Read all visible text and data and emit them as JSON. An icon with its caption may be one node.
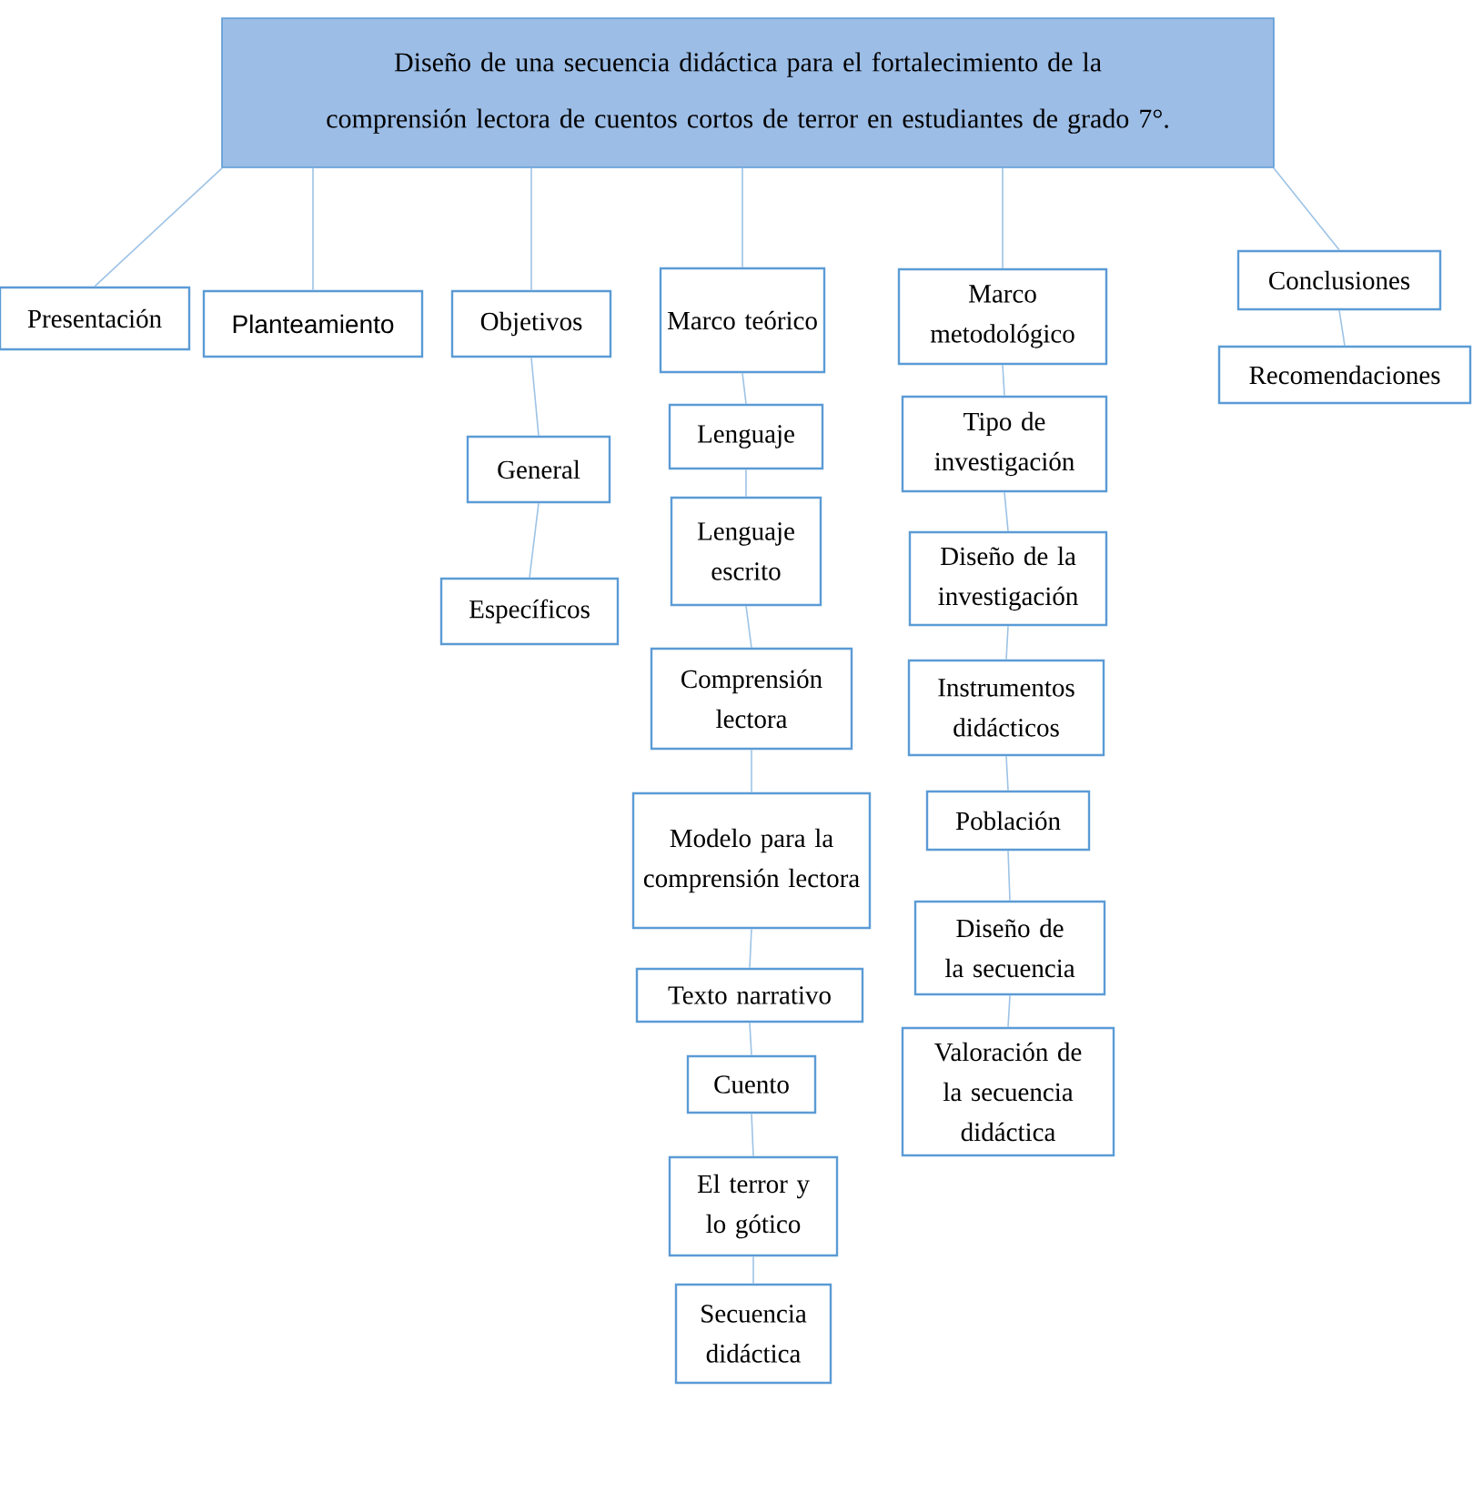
{
  "diagram": {
    "nodes": [
      {
        "text": [
          "Diseño de una secuencia didáctica para el fortalecimiento de la comprensión lectora de cuentos cortos de terror en estudiantes de grado 7°."
        ]
      },
      {
        "text": [
          "Presentación"
        ]
      },
      {
        "text": [
          "Planteamiento"
        ]
      },
      {
        "text": [
          "Objetivos"
        ]
      },
      {
        "text": [
          "General"
        ]
      },
      {
        "text": [
          "Específicos"
        ]
      },
      {
        "text": [
          "Marco teórico"
        ]
      },
      {
        "text": [
          "Lenguaje"
        ]
      },
      {
        "text": [
          "Lenguaje escrito"
        ]
      },
      {
        "text": [
          "Comprensión lectora"
        ]
      },
      {
        "text": [
          "Modelo para la comprensión lectora"
        ]
      },
      {
        "text": [
          "Texto narrativo"
        ]
      },
      {
        "text": [
          "Cuento"
        ]
      },
      {
        "text": [
          "El terror y lo gótico"
        ]
      },
      {
        "text": [
          "Secuencia didáctica"
        ]
      },
      {
        "text": [
          "Marco metodológico"
        ]
      },
      {
        "text": [
          "Tipo de investigación"
        ]
      },
      {
        "text": [
          "Diseño de la investigación"
        ]
      },
      {
        "text": [
          "Instrumentos didácticos"
        ]
      },
      {
        "text": [
          "Población"
        ]
      },
      {
        "text": [
          "Diseño de la secuencia"
        ]
      },
      {
        "text": [
          "Valoración de la secuencia didáctica"
        ]
      },
      {
        "text": [
          "Conclusiones"
        ]
      },
      {
        "text": [
          "Recomendaciones"
        ]
      }
    ],
    "edges": [
      {
        "from": 0,
        "to": 1,
        "arrow": "none"
      },
      {
        "from": 0,
        "to": 2,
        "arrow": "none"
      },
      {
        "from": 0,
        "to": 3,
        "arrow": "none"
      },
      {
        "from": 0,
        "to": 6,
        "arrow": "none"
      },
      {
        "from": 0,
        "to": 15,
        "arrow": "none"
      },
      {
        "from": 0,
        "to": 22,
        "arrow": "none"
      },
      {
        "from": 3,
        "to": 4,
        "arrow": "none"
      },
      {
        "from": 4,
        "to": 5,
        "arrow": "none"
      },
      {
        "from": 6,
        "to": 7,
        "arrow": "none"
      },
      {
        "from": 7,
        "to": 8,
        "arrow": "none"
      },
      {
        "from": 8,
        "to": 9,
        "arrow": "none"
      },
      {
        "from": 9,
        "to": 10,
        "arrow": "none"
      },
      {
        "from": 10,
        "to": 11,
        "arrow": "none"
      },
      {
        "from": 11,
        "to": 12,
        "arrow": "none"
      },
      {
        "from": 12,
        "to": 13,
        "arrow": "none"
      },
      {
        "from": 13,
        "to": 14,
        "arrow": "none"
      },
      {
        "from": 15,
        "to": 16,
        "arrow": "none"
      },
      {
        "from": 16,
        "to": 17,
        "arrow": "none"
      },
      {
        "from": 17,
        "to": 18,
        "arrow": "none"
      },
      {
        "from": 18,
        "to": 19,
        "arrow": "none"
      },
      {
        "from": 19,
        "to": 20,
        "arrow": "none"
      },
      {
        "from": 20,
        "to": 21,
        "arrow": "none"
      },
      {
        "from": 22,
        "to": 23,
        "arrow": "none"
      }
    ]
  }
}
